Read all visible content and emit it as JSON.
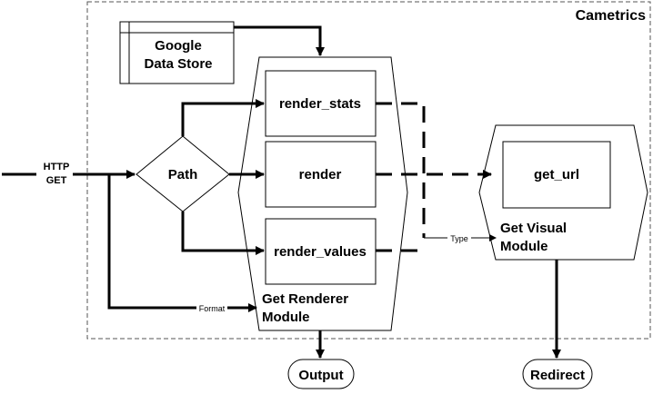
{
  "diagram": {
    "system_title": "Cametrics",
    "input_label": [
      "HTTP",
      "GET"
    ],
    "datastore_label": [
      "Google",
      "Data Store"
    ],
    "decision_label": "Path",
    "render_stats_label": "render_stats",
    "render_label": "render",
    "render_values_label": "render_values",
    "renderer_module_label": [
      "Get Renderer",
      "Module"
    ],
    "get_url_label": "get_url",
    "visual_module_label": [
      "Get Visual",
      "Module"
    ],
    "format_label": "Format",
    "type_label": "Type",
    "output_label": "Output",
    "redirect_label": "Redirect"
  },
  "colors": {
    "stroke": "#000000",
    "fill": "#ffffff"
  }
}
